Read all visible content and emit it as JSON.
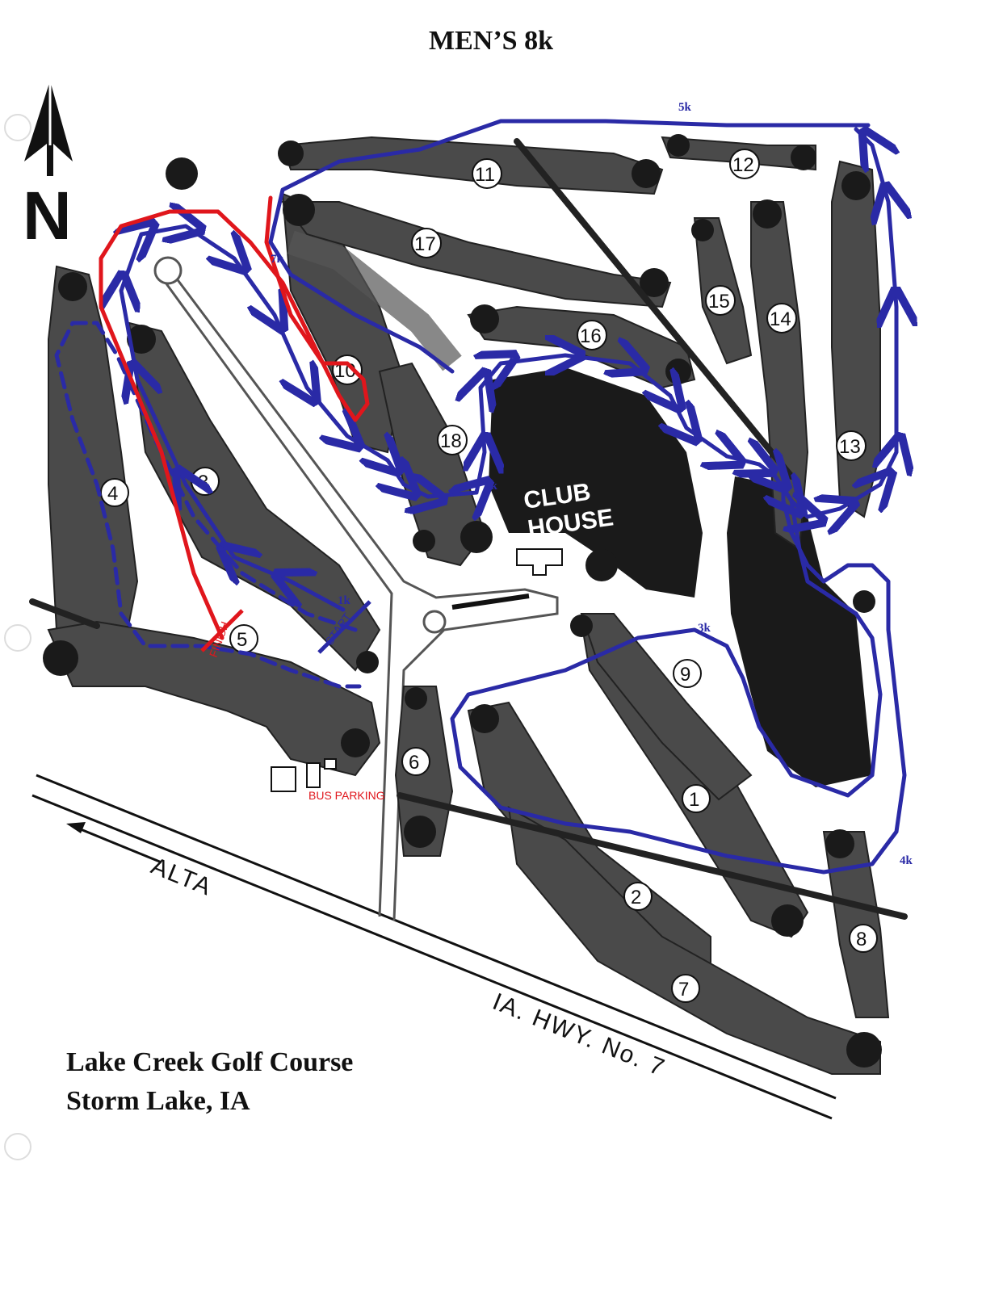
{
  "title": "MEN’S 8k",
  "course": {
    "name": "Lake Creek Golf Course",
    "location": "Storm Lake, IA"
  },
  "north_label": "N",
  "holes": [
    "1",
    "2",
    "3",
    "4",
    "5",
    "6",
    "7",
    "8",
    "9",
    "10",
    "11",
    "12",
    "13",
    "14",
    "15",
    "16",
    "17",
    "18"
  ],
  "clubhouse": {
    "line1": "CLUB",
    "line2": "HOUSE"
  },
  "roads": {
    "alta": "ALTA",
    "highway": "IA. HWY. No. 7"
  },
  "markers": {
    "start": "START",
    "finish": "FINISH",
    "bus_parking": "BUS PARKING"
  },
  "km_markers": [
    "1k",
    "2k",
    "3k",
    "4k",
    "5k",
    "7k"
  ],
  "colors": {
    "route": "#2a2aa6",
    "finish_route": "#e0161c",
    "fairway": "#4a4a4a",
    "green": "#1a1a1a"
  }
}
